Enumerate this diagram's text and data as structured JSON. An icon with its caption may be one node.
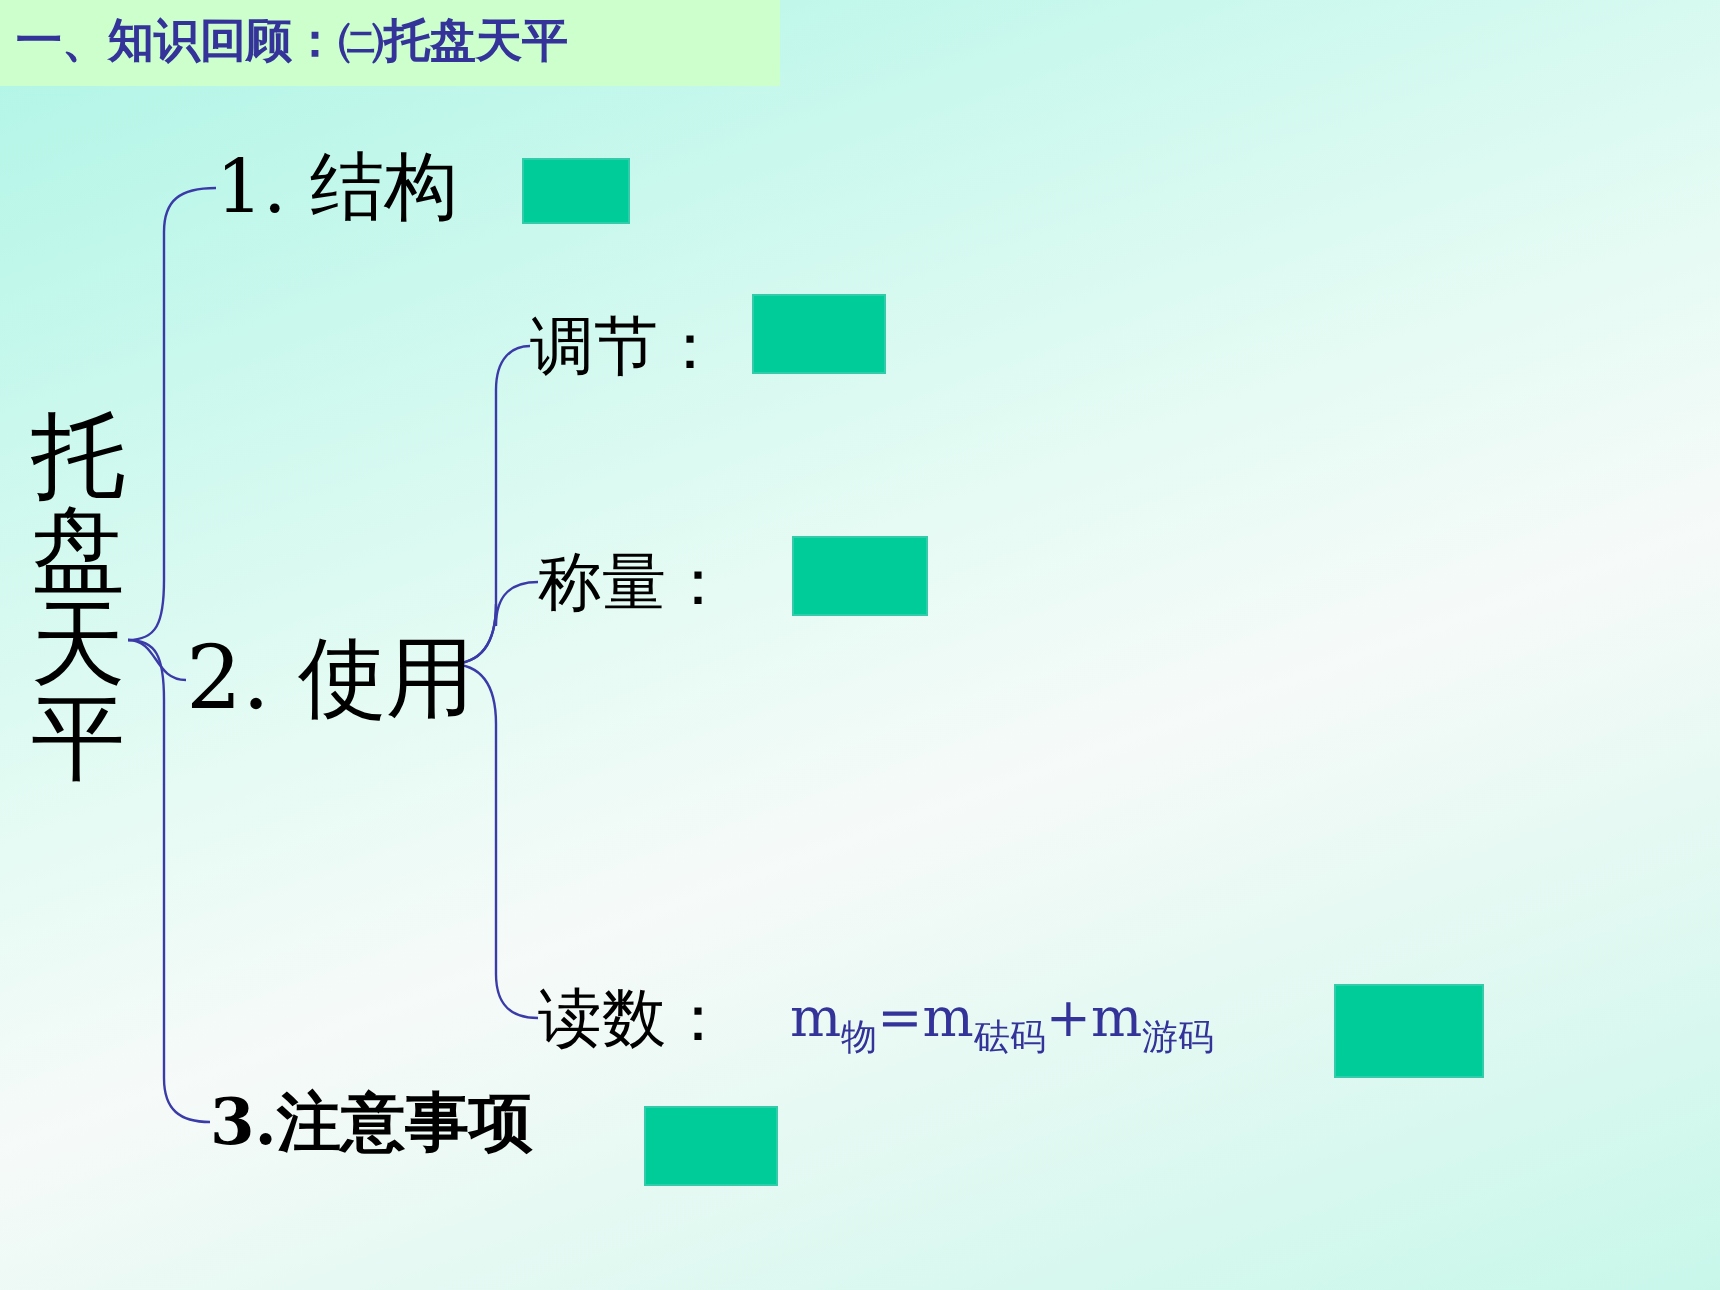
{
  "diagram": {
    "title": "一、知识回顾：㈡托盘天平",
    "nodes": [
      {
        "text": [
          "托盘天平"
        ]
      },
      {
        "text": [
          "1. 结构"
        ]
      },
      {
        "text": [],
        "shape": "box"
      },
      {
        "text": [
          "2. 使用"
        ]
      },
      {
        "text": [
          "调节："
        ]
      },
      {
        "text": [],
        "shape": "box"
      },
      {
        "text": [
          "称量："
        ]
      },
      {
        "text": [],
        "shape": "box"
      },
      {
        "text": [
          "读数："
        ]
      },
      {
        "text": [],
        "shape": "box"
      },
      {
        "text": [
          "3.注意事项"
        ]
      },
      {
        "text": [],
        "shape": "box"
      }
    ],
    "edges": [
      {
        "from": 0,
        "to": 1,
        "arrow": "none"
      },
      {
        "from": 0,
        "to": 3,
        "arrow": "none"
      },
      {
        "from": 0,
        "to": 10,
        "arrow": "none"
      },
      {
        "from": 3,
        "to": 4,
        "arrow": "none"
      },
      {
        "from": 3,
        "to": 6,
        "arrow": "none"
      },
      {
        "from": 3,
        "to": 8,
        "arrow": "none"
      }
    ],
    "labels": [
      "m$_{物}$=m$_{砝码}$+m$_{游码}$"
    ]
  }
}
